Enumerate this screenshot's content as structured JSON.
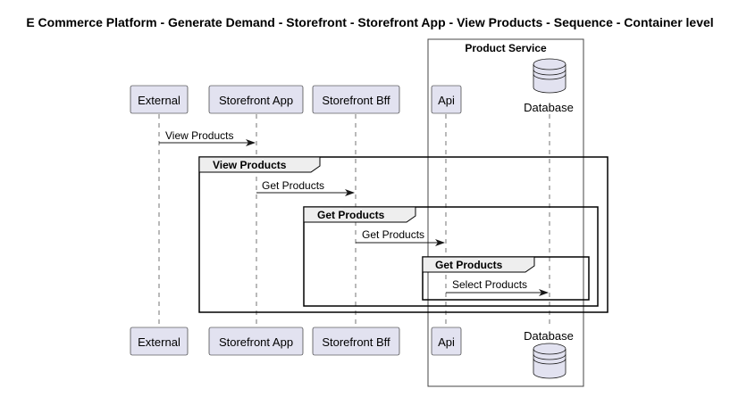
{
  "title": "E Commerce Platform - Generate Demand - Storefront - Storefront App - View Products - Sequence - Container level",
  "boundary": {
    "label": "Product Service"
  },
  "participants": [
    {
      "id": "external",
      "label": "External",
      "kind": "box"
    },
    {
      "id": "storefront_app",
      "label": "Storefront App",
      "kind": "box"
    },
    {
      "id": "storefront_bff",
      "label": "Storefront Bff",
      "kind": "box"
    },
    {
      "id": "api",
      "label": "Api",
      "kind": "box"
    },
    {
      "id": "database",
      "label": "Database",
      "kind": "database"
    }
  ],
  "messages": [
    {
      "from": "external",
      "to": "storefront_app",
      "label": "View Products"
    },
    {
      "from": "storefront_app",
      "to": "storefront_bff",
      "label": "Get Products"
    },
    {
      "from": "storefront_bff",
      "to": "api",
      "label": "Get Products"
    },
    {
      "from": "api",
      "to": "database",
      "label": "Select Products"
    }
  ],
  "groups": [
    {
      "label": "View Products"
    },
    {
      "label": "Get Products"
    },
    {
      "label": "Get Products"
    }
  ],
  "colors": {
    "participant_fill": "#E2E2F0",
    "participant_border": "#181818",
    "lifeline": "#181818",
    "boundary_border": "#444444",
    "line": "#181818"
  }
}
